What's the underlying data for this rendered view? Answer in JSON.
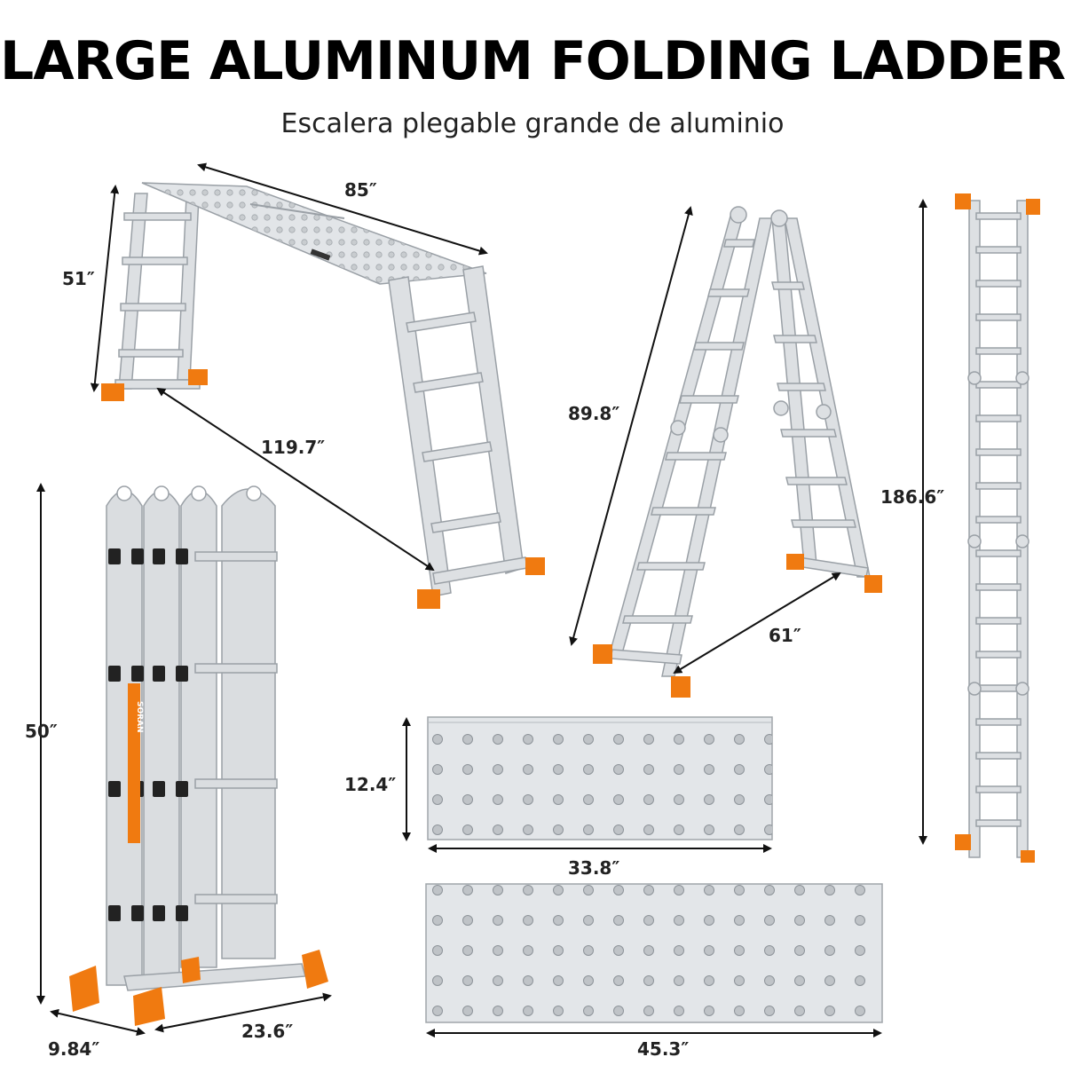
{
  "header": {
    "title": "LARGE ALUMINUM FOLDING LADDER",
    "subtitle": "Escalera plegable grande de aluminio"
  },
  "colors": {
    "aluminum": "#d9dcdf",
    "aluminum_edge": "#9aa0a6",
    "foot": "#f07a10",
    "arrow": "#111111"
  },
  "dimensions": {
    "scaffold_length": "85″",
    "scaffold_height": "51″",
    "scaffold_span": "119.7″",
    "a_frame_height": "89.8″",
    "a_frame_base": "61″",
    "extension_length": "186.6″",
    "folded_height": "50″",
    "folded_depth": "9.84″",
    "folded_width": "23.6″",
    "small_plate_height": "12.4″",
    "small_plate_width": "33.8″",
    "large_plate_width": "45.3″"
  },
  "brand": {
    "logo_text": "SORAN"
  }
}
